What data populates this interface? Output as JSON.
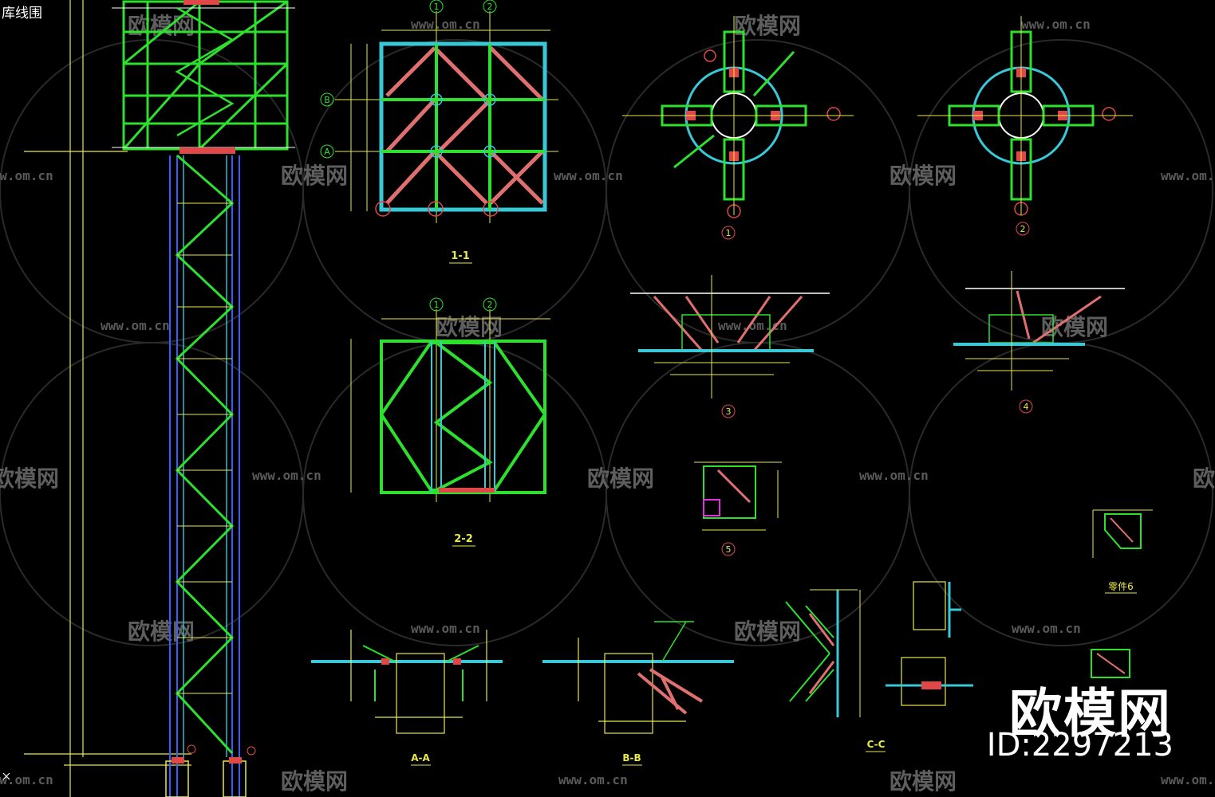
{
  "window": {
    "tab_label": "库线围"
  },
  "watermark": {
    "url": "www.om.cn",
    "logo_text": "欧模网"
  },
  "brand": {
    "name": "欧模网",
    "id_label": "ID:2297213"
  },
  "sections": {
    "s11": "1-1",
    "s22": "2-2",
    "aa": "A-A",
    "bb": "B-B",
    "cc": "C-C",
    "d1": "1",
    "d2": "2",
    "d3": "3",
    "d4": "4",
    "d5": "5",
    "d6": "零件6"
  },
  "axis_bubbles": {
    "a1": "1",
    "a2": "2",
    "b": "B",
    "a": "A"
  },
  "colors": {
    "background": "#000000",
    "green": "#2ee02e",
    "cyan": "#38c8d8",
    "red": "#e04848",
    "yellow": "#e8e848",
    "white": "#ffffff",
    "blue": "#3a5cff",
    "magenta": "#e030e0",
    "watermark": "#5a5a5a"
  }
}
